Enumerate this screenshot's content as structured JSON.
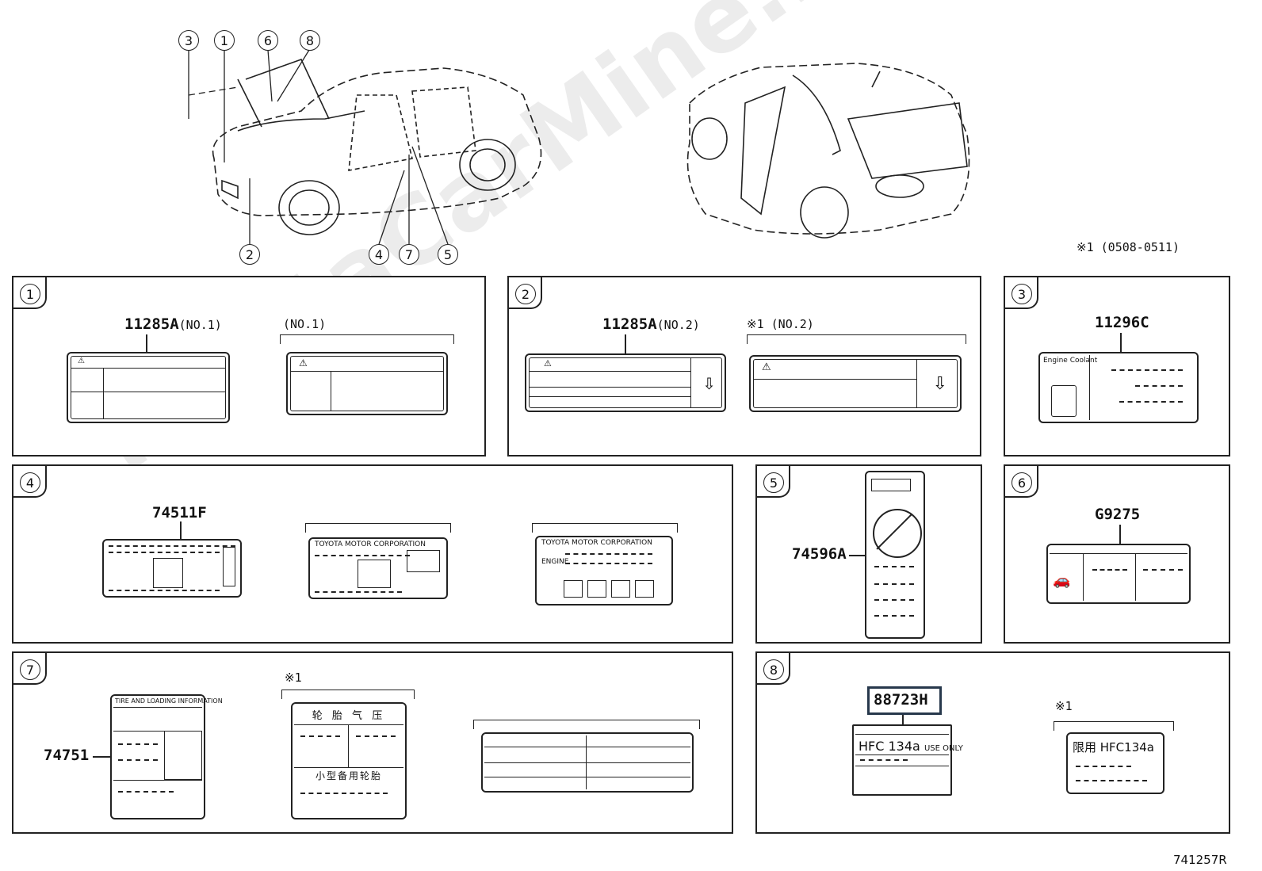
{
  "callouts": {
    "top_left": [
      "3",
      "1",
      "6",
      "8"
    ],
    "bottom": [
      "2",
      "4",
      "7",
      "5"
    ]
  },
  "top_note": "※1 (0508-0511)",
  "panels": {
    "p1": {
      "num": "1",
      "part_a": "11285A",
      "part_a_suffix": "(NO.1)",
      "variant_b": "(NO.1)"
    },
    "p2": {
      "num": "2",
      "part_a": "11285A",
      "part_a_suffix": "(NO.2)",
      "variant_b": "※1 (NO.2)"
    },
    "p3": {
      "num": "3",
      "part": "11296C",
      "coolant_label": "Engine Coolant"
    },
    "p4": {
      "num": "4",
      "part": "74511F",
      "corp_a": "TOYOTA MOTOR CORPORATION",
      "corp_b": "TOYOTA MOTOR CORPORATION",
      "engine": "ENGINE"
    },
    "p5": {
      "num": "5",
      "part": "74596A"
    },
    "p6": {
      "num": "6",
      "part": "G9275"
    },
    "p7": {
      "num": "7",
      "part": "74751",
      "variant_b": "※1",
      "tire_title": "轮 胎 气 压",
      "spare": "小型备用轮胎",
      "tire_info": "TIRE AND LOADING INFORMATION"
    },
    "p8": {
      "num": "8",
      "part": "88723H",
      "hfc_a": "HFC 134a",
      "hfc_a_suffix": "USE ONLY",
      "variant_b": "※1",
      "hfc_b": "限用 HFC134a"
    }
  },
  "diagram_code": "741257R",
  "watermark": "ToyotaCarMine.ru"
}
